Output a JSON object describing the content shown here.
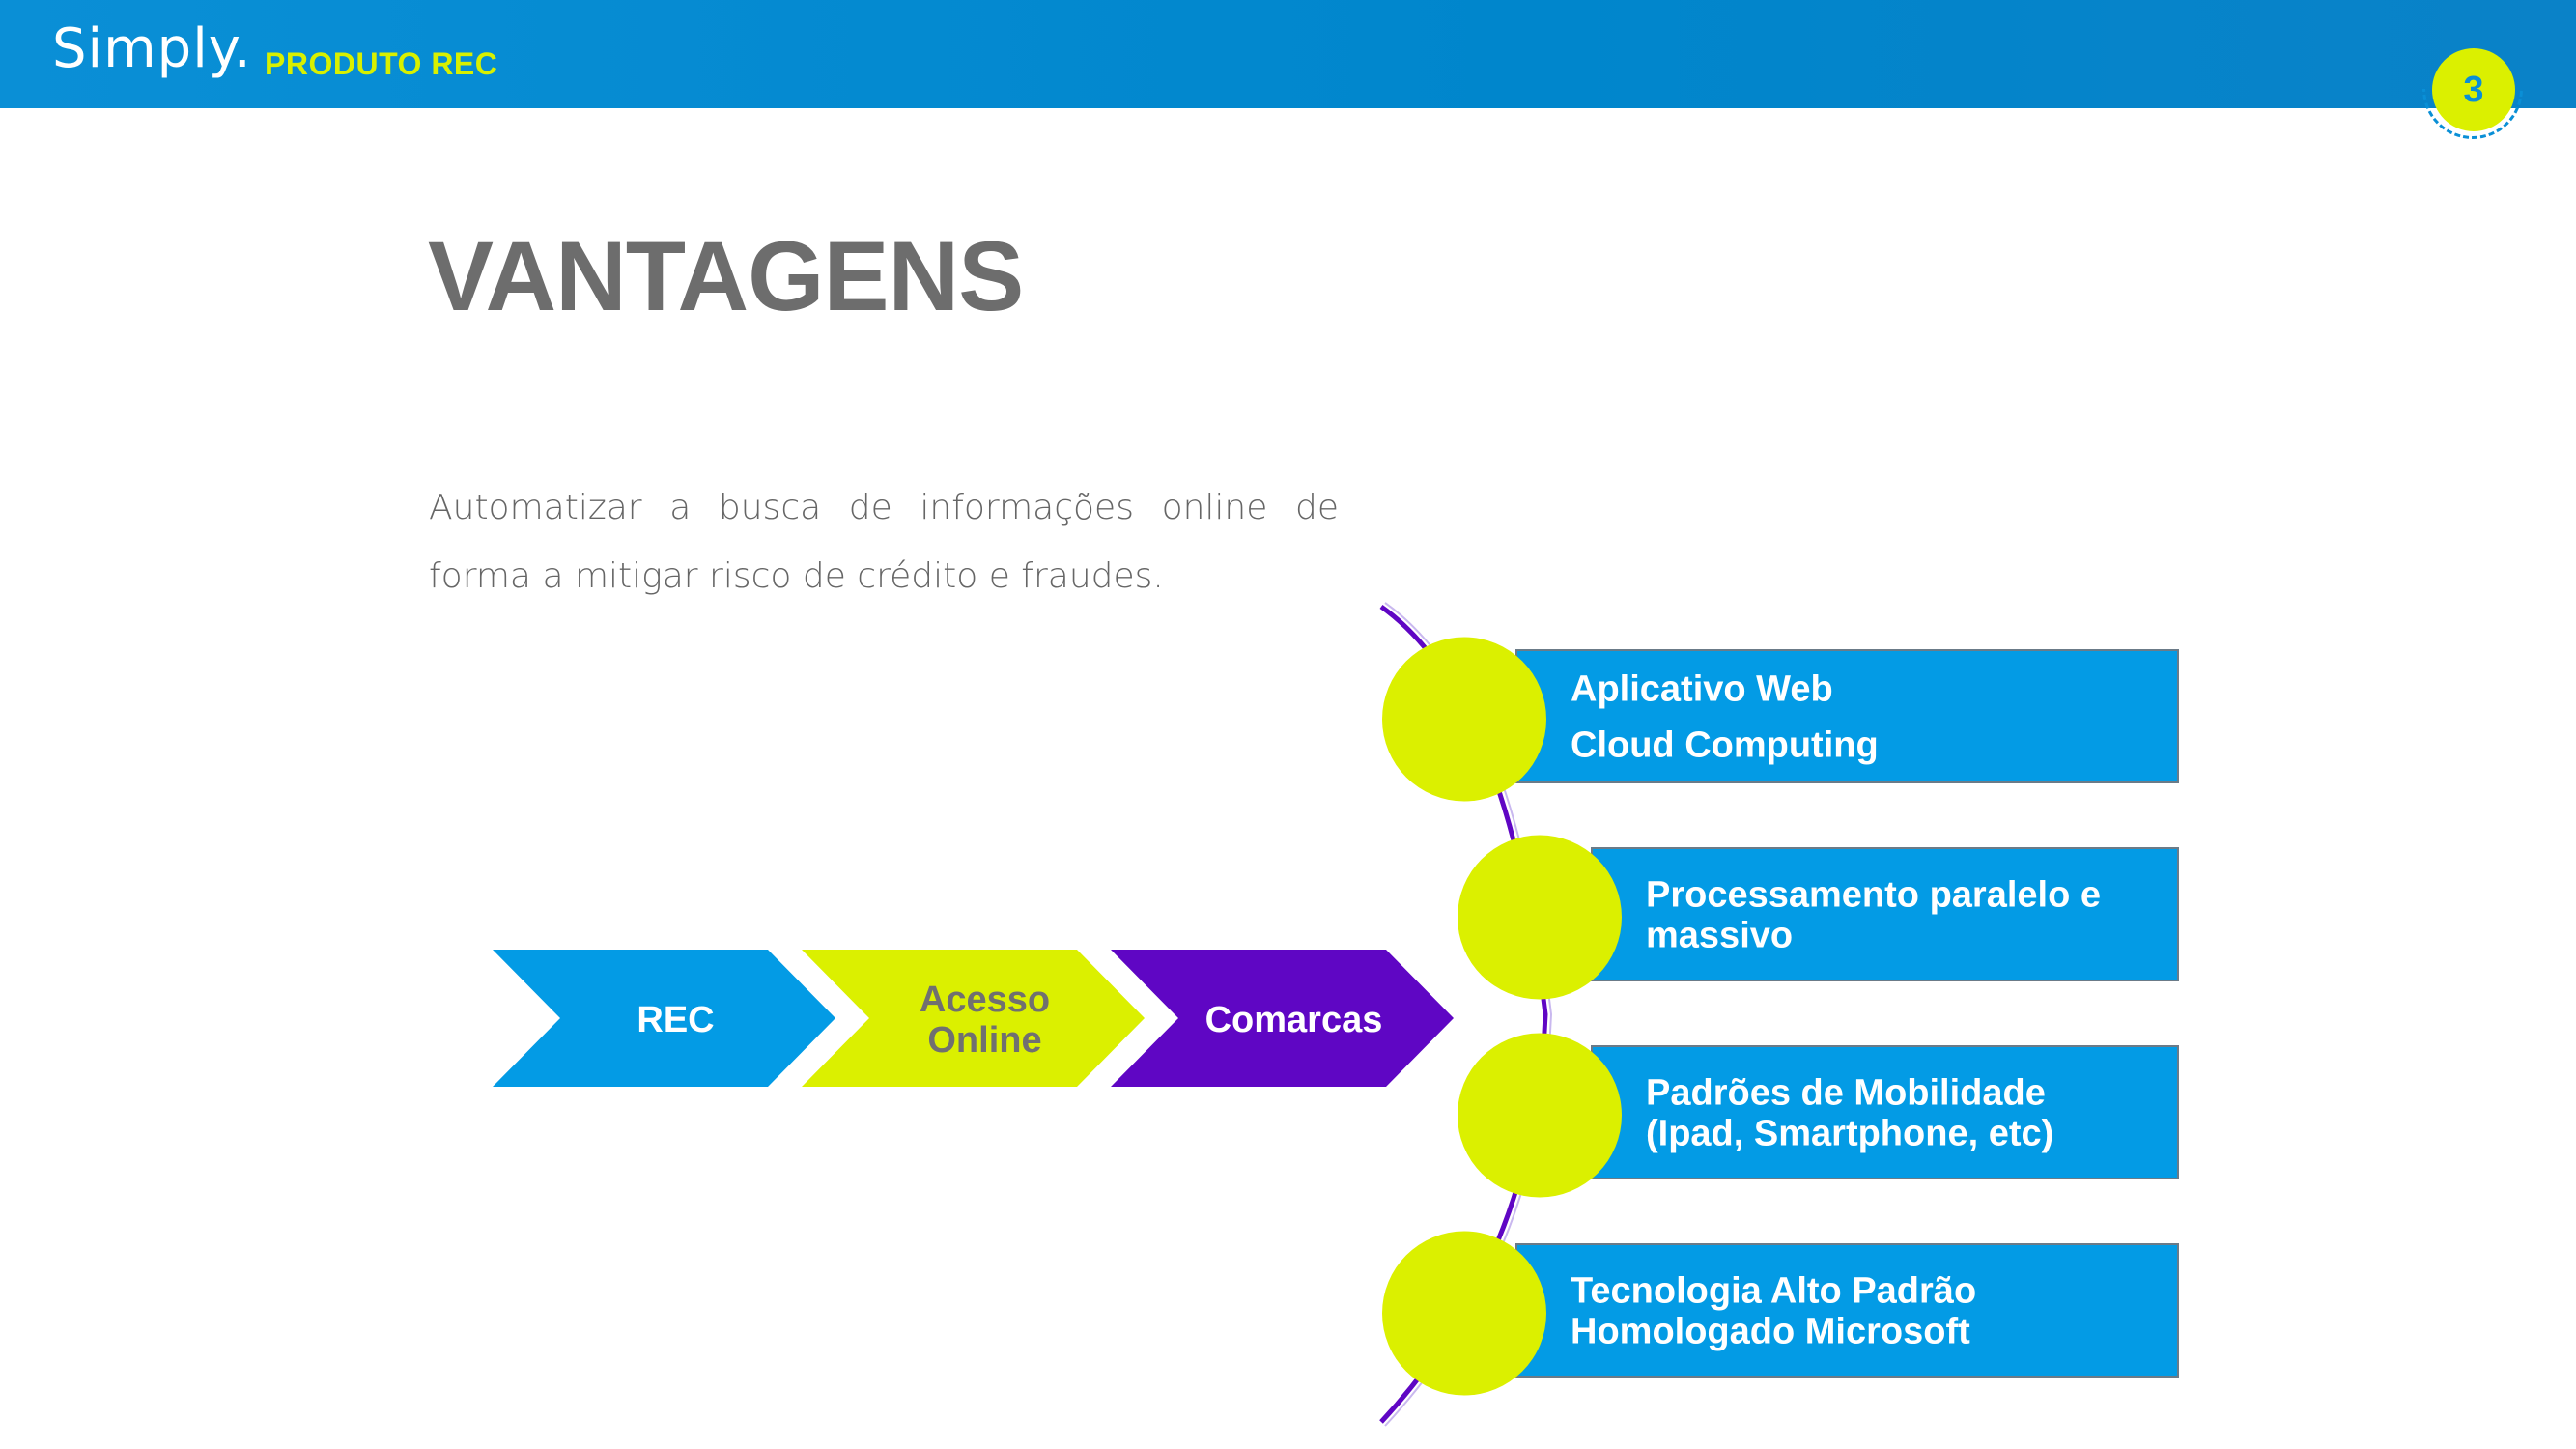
{
  "header": {
    "logo": "Simply.",
    "product": "PRODUTO REC",
    "page_number": "3"
  },
  "title": "VANTAGENS",
  "description": "Automatizar a busca de informações online de forma a mitigar risco de crédito e fraudes.",
  "flow": [
    {
      "lines": [
        "REC"
      ],
      "color": "#039be5",
      "text_color": "#ffffff"
    },
    {
      "lines": [
        "Acesso",
        "Online"
      ],
      "color": "#dbf000",
      "text_color": "#707070"
    },
    {
      "lines": [
        "Comarcas"
      ],
      "color": "#5f06c4",
      "text_color": "#ffffff"
    }
  ],
  "advantages": [
    {
      "lines": [
        "Aplicativo Web",
        "Cloud Computing"
      ]
    },
    {
      "lines": [
        "Processamento paralelo e",
        "massivo"
      ]
    },
    {
      "lines": [
        "Padrões de Mobilidade",
        "(Ipad, Smartphone, etc)"
      ]
    },
    {
      "lines": [
        "Tecnologia Alto Padrão",
        "Homologado Microsoft"
      ]
    }
  ],
  "colors": {
    "header_blue": "#0a8fd6",
    "accent_lime": "#dbf000",
    "box_blue": "#039be5",
    "purple": "#5f06c4",
    "title_gray": "#6d6d6d"
  }
}
